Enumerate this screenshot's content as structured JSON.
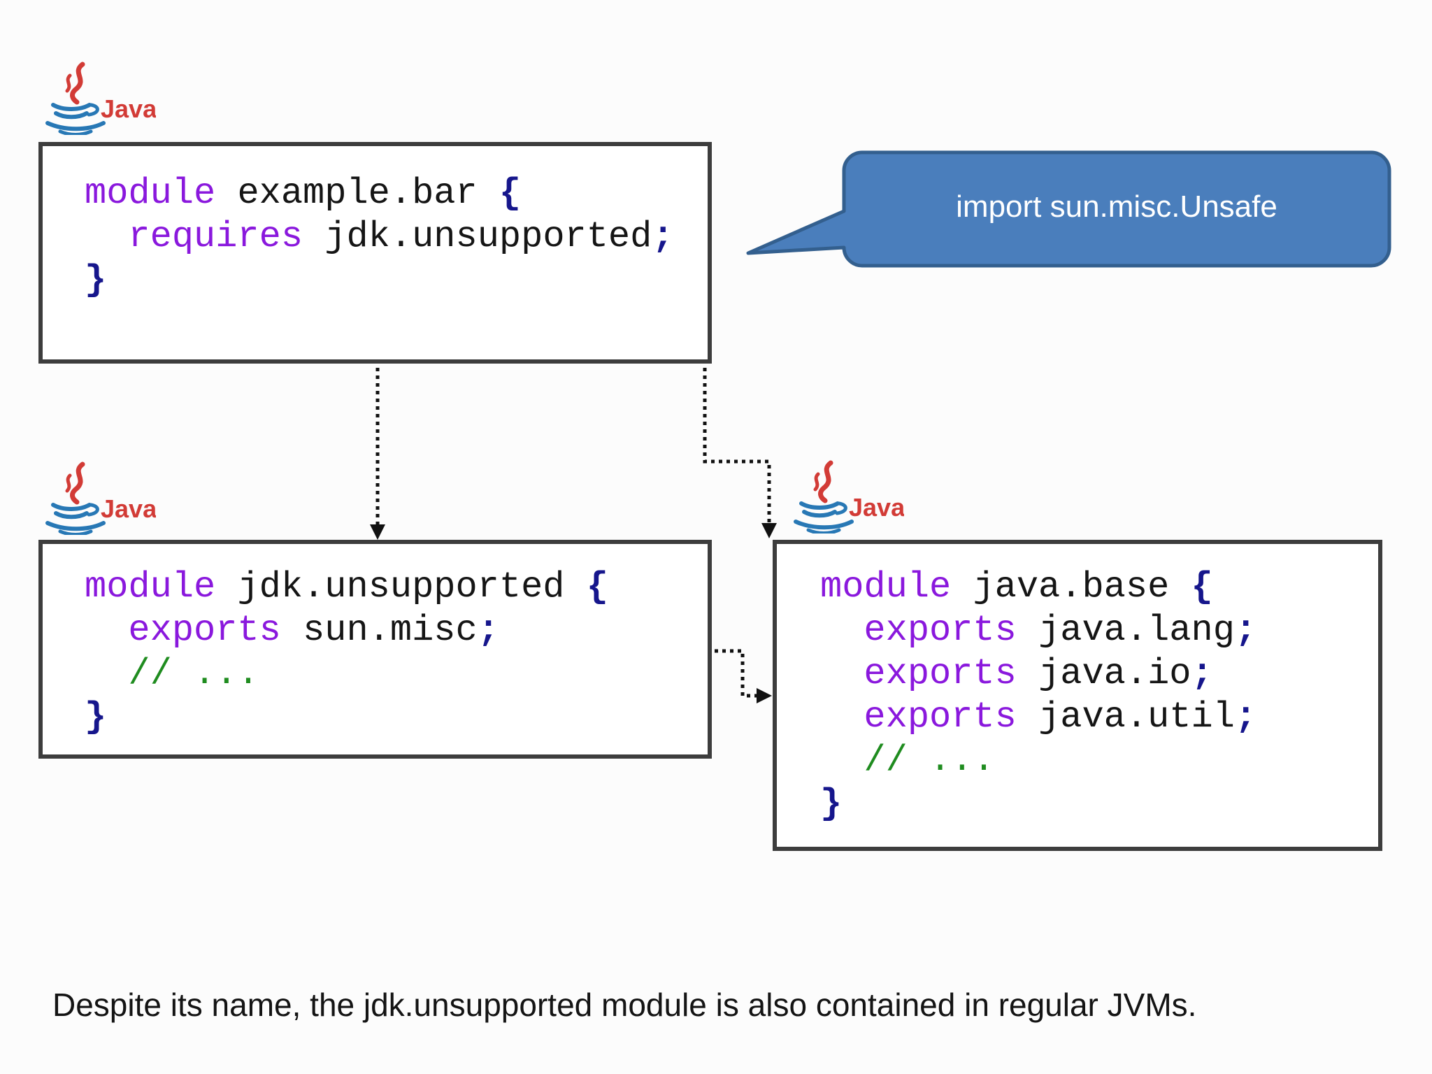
{
  "page": {
    "caption": "Despite its name, the jdk.unsupported module is also contained in regular JVMs."
  },
  "colors": {
    "keyword": "#8a18dd",
    "identifier": "#151515",
    "punct": "#16168c",
    "comment": "#1f8c1f",
    "box_border": "#3d3d3d",
    "bubble_fill": "#4a7ebc",
    "bubble_border": "#335f8e",
    "bubble_text": "#ffffff",
    "arrow": "#111111",
    "java_red": "#d23b36",
    "java_blue": "#2878b5",
    "bg": "#fcfcfc"
  },
  "java_logo": {
    "label": "Java"
  },
  "callout": {
    "text": "import sun.misc.Unsafe"
  },
  "modules": {
    "example_bar": {
      "lines": [
        [
          {
            "c": "kw",
            "t": "module"
          },
          {
            "c": "id",
            "t": " example.bar "
          },
          {
            "c": "brace",
            "t": "{"
          }
        ],
        [
          {
            "c": "kw",
            "t": "  requires"
          },
          {
            "c": "id",
            "t": " jdk.unsupported"
          },
          {
            "c": "brace",
            "t": ";"
          }
        ],
        [
          {
            "c": "brace",
            "t": "}"
          }
        ]
      ]
    },
    "jdk_unsupported": {
      "lines": [
        [
          {
            "c": "kw",
            "t": "module"
          },
          {
            "c": "id",
            "t": " jdk.unsupported "
          },
          {
            "c": "brace",
            "t": "{"
          }
        ],
        [
          {
            "c": "kw",
            "t": "  exports"
          },
          {
            "c": "id",
            "t": " sun.misc"
          },
          {
            "c": "brace",
            "t": ";"
          }
        ],
        [
          {
            "c": "cmt",
            "t": "  // ..."
          }
        ],
        [
          {
            "c": "brace",
            "t": "}"
          }
        ]
      ]
    },
    "java_base": {
      "lines": [
        [
          {
            "c": "kw",
            "t": "module"
          },
          {
            "c": "id",
            "t": " java.base "
          },
          {
            "c": "brace",
            "t": "{"
          }
        ],
        [
          {
            "c": "kw",
            "t": "  exports"
          },
          {
            "c": "id",
            "t": " java.lang"
          },
          {
            "c": "brace",
            "t": ";"
          }
        ],
        [
          {
            "c": "kw",
            "t": "  exports"
          },
          {
            "c": "id",
            "t": " java.io"
          },
          {
            "c": "brace",
            "t": ";"
          }
        ],
        [
          {
            "c": "kw",
            "t": "  exports"
          },
          {
            "c": "id",
            "t": " java.util"
          },
          {
            "c": "brace",
            "t": ";"
          }
        ],
        [
          {
            "c": "cmt",
            "t": "  // ..."
          }
        ],
        [
          {
            "c": "brace",
            "t": "}"
          }
        ]
      ]
    }
  }
}
